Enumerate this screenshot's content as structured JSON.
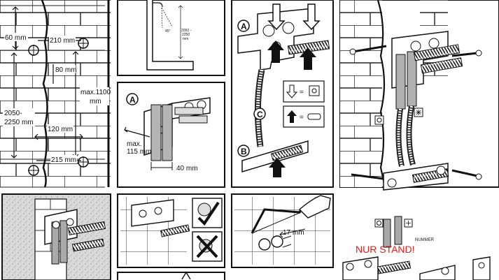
{
  "panel1": {
    "dim_60": "60 mm",
    "dim_210": "210 mm",
    "dim_80": "80 mm",
    "dim_max1100_a": "max.1100",
    "dim_max1100_b": "mm",
    "dim_height_a": "2050-",
    "dim_height_b": "2250 mm",
    "dim_120": "120 mm",
    "dim_215": "215 mm"
  },
  "panel2": {
    "angle": "45°",
    "range_a": "2050 -",
    "range_b": "2250",
    "range_c": "mm"
  },
  "panel3": {
    "label_a": "A",
    "dim_max_a": "max.",
    "dim_max_b": "115 mm",
    "dim_40": "40 mm"
  },
  "panel4": {
    "label_a": "A",
    "label_b": "B",
    "label_c": "C",
    "equals_1": "=",
    "equals_2": "="
  },
  "panel7": {
    "dim_17": "17 mm"
  },
  "panel8": {
    "nummer": "NUMMER",
    "nur_stand": "NUR STAND!"
  },
  "colors": {
    "ink": "#111111",
    "accent_red": "#e0201b",
    "grey": "#9a9a9a"
  }
}
